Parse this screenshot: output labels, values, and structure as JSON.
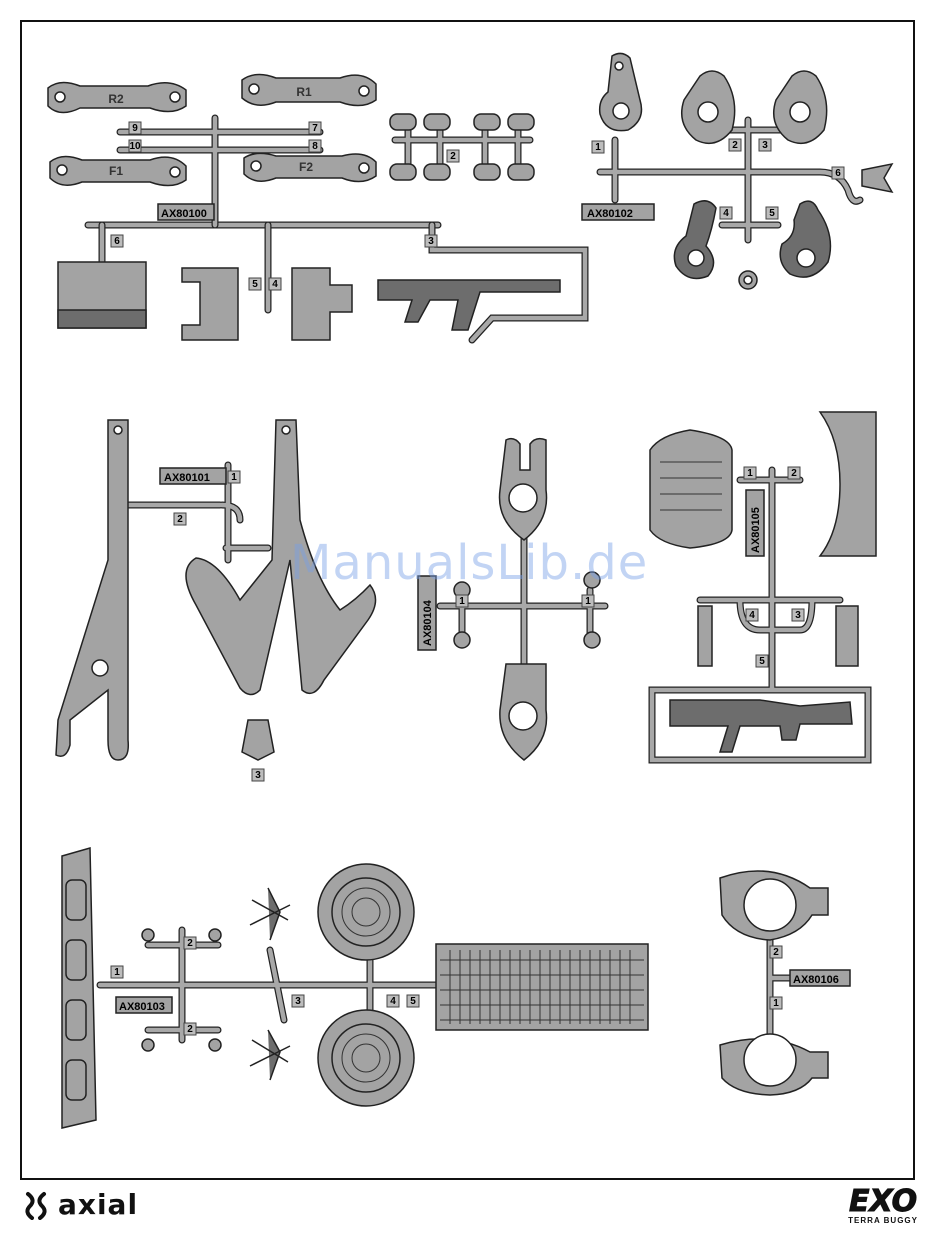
{
  "sprues": {
    "a": {
      "label": "AX80100",
      "gates": [
        "9",
        "10",
        "7",
        "8",
        "6",
        "5",
        "4",
        "3"
      ],
      "parts": [
        "R2",
        "R1",
        "F1",
        "F2"
      ],
      "small_gate": "2"
    },
    "b": {
      "label": "AX80102",
      "gates": [
        "1",
        "2",
        "3",
        "4",
        "5",
        "6"
      ]
    },
    "c": {
      "label": "AX80101",
      "gates": [
        "1",
        "2",
        "3"
      ]
    },
    "d": {
      "label": "AX80104",
      "gates": [
        "1",
        "1"
      ]
    },
    "e": {
      "label": "AX80105",
      "gates": [
        "1",
        "2",
        "3",
        "4",
        "5"
      ]
    },
    "f": {
      "label": "AX80103",
      "gates": [
        "1",
        "2",
        "2",
        "3",
        "4",
        "5"
      ]
    },
    "g": {
      "label": "AX80106",
      "gates": [
        "2",
        "1"
      ]
    }
  },
  "watermark": "ManualsLib.de",
  "footer": {
    "brand": "axial",
    "product": "EXO",
    "product_sub": "TERRA BUGGY"
  },
  "colors": {
    "part_fill": "#9c9c9c",
    "part_dark": "#555555",
    "outline": "#222222",
    "frame": "#111111"
  }
}
